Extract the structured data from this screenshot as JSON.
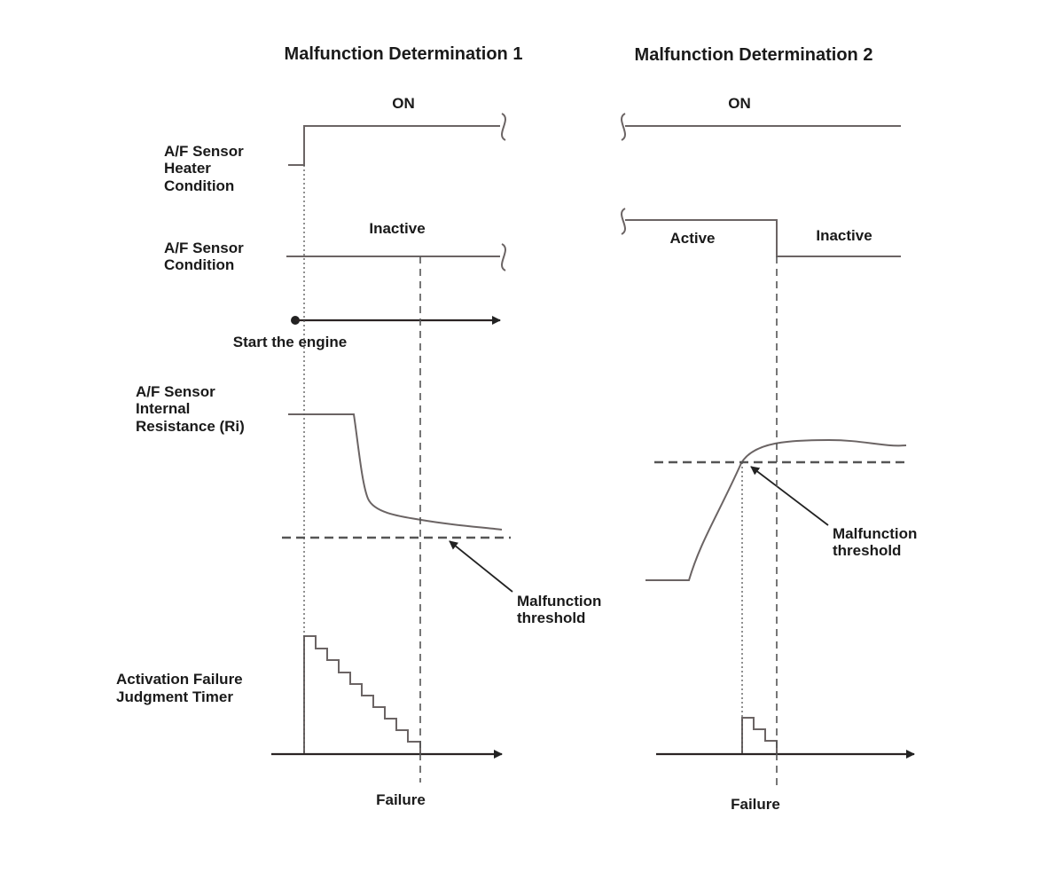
{
  "diagram": {
    "titles": {
      "left": "Malfunction Determination 1",
      "right": "Malfunction Determination 2"
    },
    "row_labels": {
      "heater": [
        "A/F Sensor",
        "Heater",
        "Condition"
      ],
      "sensor": [
        "A/F Sensor",
        "Condition"
      ],
      "resistance": [
        "A/F Sensor",
        "Internal",
        "Resistance (Ri)"
      ],
      "timer": [
        "Activation Failure",
        "Judgment Timer"
      ]
    },
    "left": {
      "heater_state": "ON",
      "sensor_state": "Inactive",
      "start_label": "Start the engine",
      "threshold_label": [
        "Malfunction",
        "threshold"
      ],
      "failure_label": "Failure"
    },
    "right": {
      "heater_state": "ON",
      "sensor_state_before": "Active",
      "sensor_state_after": "Inactive",
      "threshold_label": [
        "Malfunction",
        "threshold"
      ],
      "failure_label": "Failure"
    }
  }
}
